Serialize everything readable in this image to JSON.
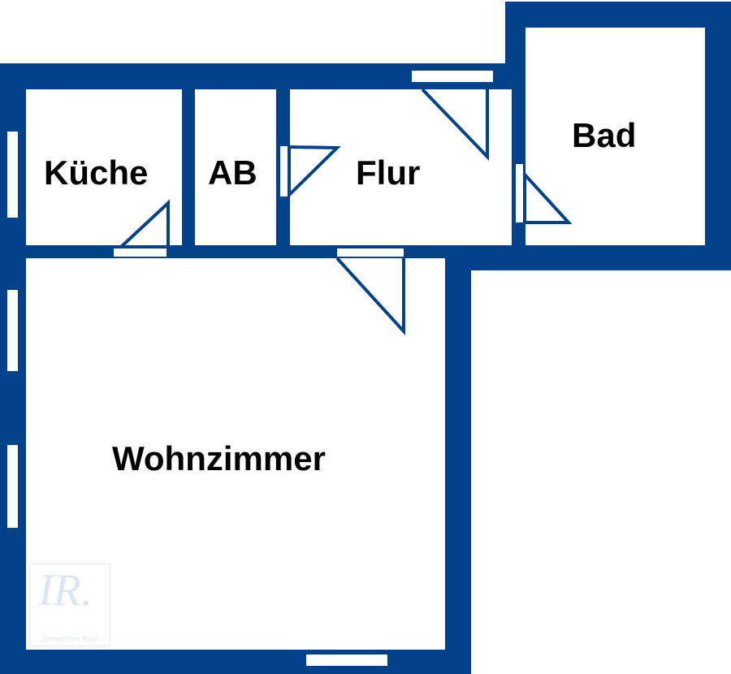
{
  "colors": {
    "wall": "#02428a",
    "room": "#ffffff",
    "text": "#000000"
  },
  "rooms": {
    "kueche": "Küche",
    "ab": "AB",
    "flur": "Flur",
    "bad": "Bad",
    "wohnzimmer": "Wohnzimmer"
  },
  "watermark": {
    "logo": "IR.",
    "text": "Immobilien Ried"
  }
}
